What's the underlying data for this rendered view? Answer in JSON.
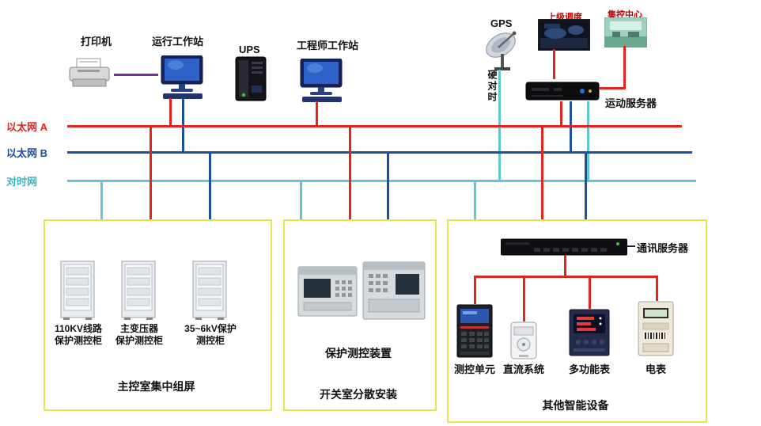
{
  "colors": {
    "ethernet_a": "#e02420",
    "ethernet_b": "#1c4f9e",
    "time_sync_net": "#62c6d2",
    "printer_link": "#7030a0",
    "zone_border": "#e6e64c",
    "device_tree": "#e02420"
  },
  "top": {
    "printer": "打印机",
    "operator_ws": "运行工作站",
    "ups": "UPS",
    "engineer_ws": "工程师工作站",
    "gps": "GPS",
    "hard_time_sync": "硬对时",
    "superior_dispatch": "上级调度",
    "central_control": "集控中心",
    "telecontrol_server": "运动服务器"
  },
  "buses": {
    "ethernet_a": "以太网 A",
    "ethernet_b": "以太网 B",
    "time_sync": "对时网"
  },
  "left_box": {
    "cabinets": [
      {
        "line1": "110KV线路",
        "line2": "保护测控柜"
      },
      {
        "line1": "主变压器",
        "line2": "保护测控柜"
      },
      {
        "line1": "35~6kV保护",
        "line2": "测控柜"
      }
    ],
    "caption": "主控室集中组屏"
  },
  "mid_box": {
    "device_label": "保护测控装置",
    "caption": "开关室分散安装"
  },
  "right_box": {
    "comm_server": "通讯服务器",
    "devices": [
      {
        "label": "测控单元"
      },
      {
        "label": "直流系统"
      },
      {
        "label": "多功能表"
      },
      {
        "label": "电表"
      }
    ],
    "caption": "其他智能设备"
  }
}
